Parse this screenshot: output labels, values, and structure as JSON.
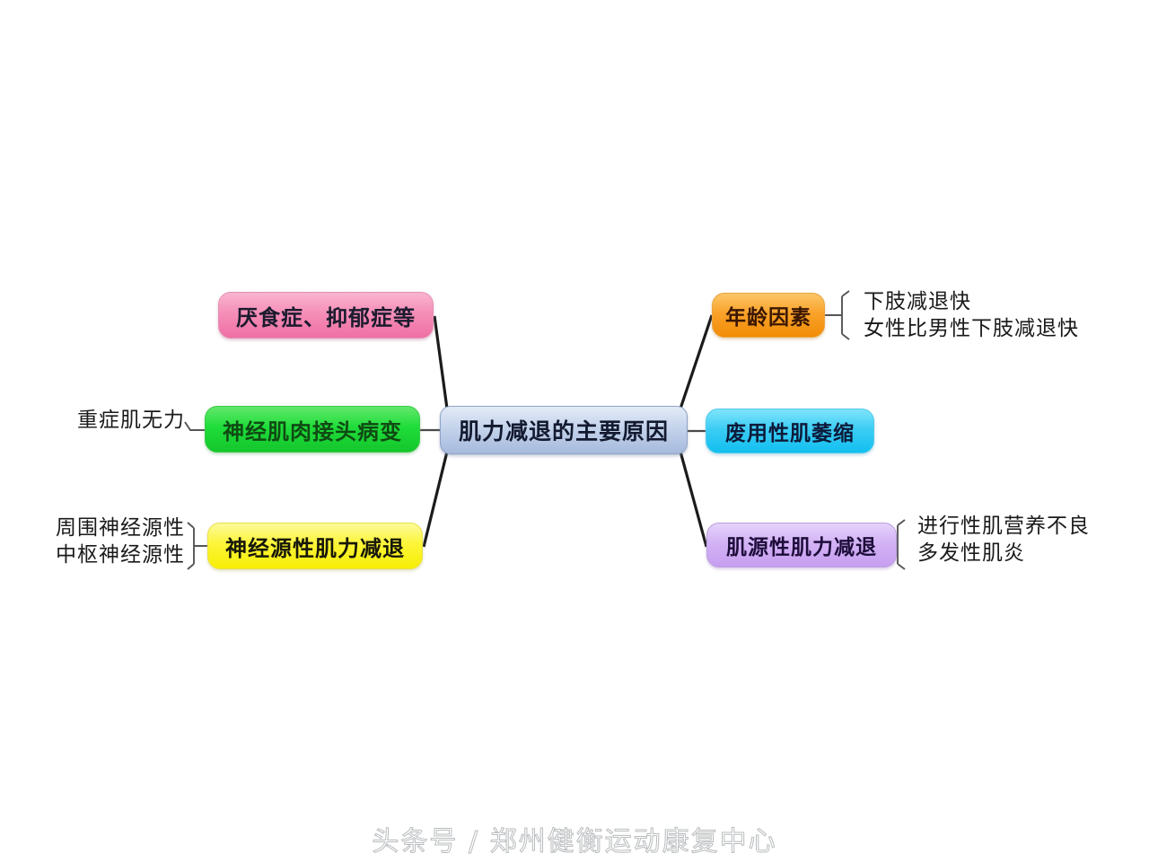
{
  "diagram": {
    "title": "肌力减退的主要原因",
    "type": "mind-map",
    "center": {
      "label": "肌力减退的主要原因",
      "color": "#a6badd"
    },
    "branches": [
      {
        "id": "eating-disorder",
        "label": "厌食症、抑郁症等",
        "color": "#ef6fa4",
        "side": "left",
        "leaves": []
      },
      {
        "id": "neuromuscular-junction",
        "label": "神经肌肉接头病变",
        "color": "#14c62c",
        "side": "left",
        "leaves": [
          "重症肌无力"
        ]
      },
      {
        "id": "neurogenic",
        "label": "神经源性肌力减退",
        "color": "#f7ee06",
        "side": "left",
        "leaves": [
          "周围神经源性",
          "中枢神经源性"
        ]
      },
      {
        "id": "age-factor",
        "label": "年龄因素",
        "color": "#f28c06",
        "side": "right",
        "leaves": [
          "下肢减退快",
          "女性比男性下肢减退快"
        ]
      },
      {
        "id": "disuse-atrophy",
        "label": "废用性肌萎缩",
        "color": "#12bff0",
        "side": "right",
        "leaves": []
      },
      {
        "id": "myogenic",
        "label": "肌源性肌力减退",
        "color": "#c79ef0",
        "side": "right",
        "leaves": [
          "进行性肌营养不良",
          "多发性肌炎"
        ]
      }
    ]
  },
  "watermark": {
    "text": "头条号 / 郑州健衡运动康复中心"
  }
}
